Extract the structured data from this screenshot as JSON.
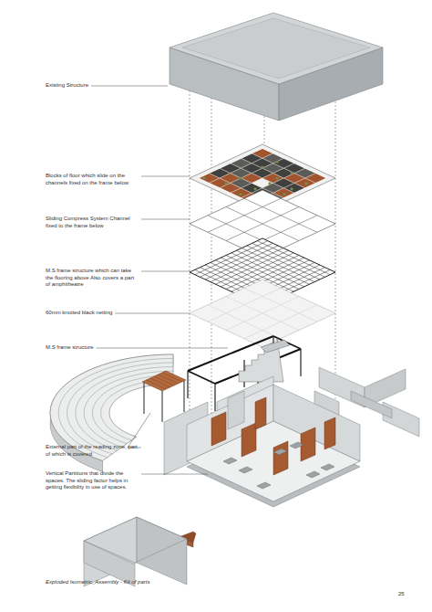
{
  "diagram": {
    "caption": "Exploded Isometric_Assembly - Kit of parts",
    "labels": [
      "Existing Structure",
      "Blocks of floor which slide on the channels fixed on the frame below",
      "Sliding Compress System Channel fixed to the frame below",
      "M.S frame structure which can take the flooring above Also covers a part of amphitheatre",
      "60mm knotted black netting",
      "M.S frame structure",
      "External part of the reading zone, part of which is covered",
      "Vertical Partitions that divide the spaces. The sliding factor helps in getting flexibility in use of spaces.",
      "25"
    ]
  }
}
